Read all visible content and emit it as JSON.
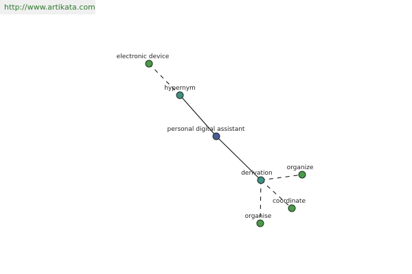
{
  "site": {
    "url_text": "http://www.artikata.com"
  },
  "colors": {
    "center_node": "#4a5a98",
    "relation_node": "#3f8f86",
    "word_node": "#4a9a4a",
    "node_stroke": "#1e2e1e",
    "edge": "#000000",
    "link_text": "#2f7a2f",
    "banner_bg": "#f0f0f0"
  },
  "graph": {
    "nodes": [
      {
        "id": "electronic-device",
        "label": "electronic device",
        "kind": "word"
      },
      {
        "id": "hypernym",
        "label": "hypernym",
        "kind": "relation"
      },
      {
        "id": "personal-digital-assistant",
        "label": "personal digital assistant",
        "kind": "center"
      },
      {
        "id": "derivation",
        "label": "derivation",
        "kind": "relation"
      },
      {
        "id": "organize",
        "label": "organize",
        "kind": "word"
      },
      {
        "id": "coordinate",
        "label": "coordinate",
        "kind": "word"
      },
      {
        "id": "organise",
        "label": "organise",
        "kind": "word"
      }
    ],
    "edges": [
      {
        "from": "electronic-device",
        "to": "hypernym",
        "style": "dashed"
      },
      {
        "from": "hypernym",
        "to": "personal-digital-assistant",
        "style": "solid"
      },
      {
        "from": "personal-digital-assistant",
        "to": "derivation",
        "style": "solid"
      },
      {
        "from": "derivation",
        "to": "organize",
        "style": "dashed"
      },
      {
        "from": "derivation",
        "to": "coordinate",
        "style": "dashed"
      },
      {
        "from": "derivation",
        "to": "organise",
        "style": "dashed"
      }
    ]
  }
}
